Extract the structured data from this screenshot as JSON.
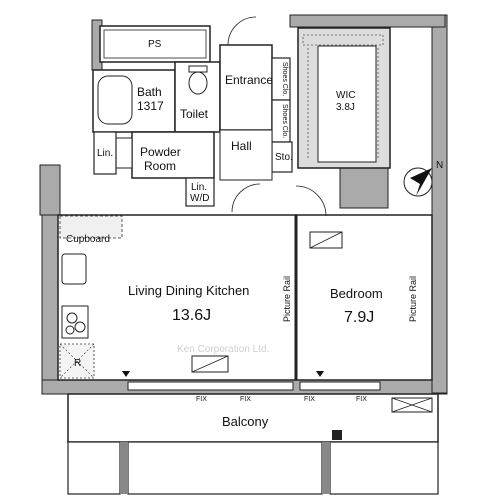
{
  "rooms": {
    "ps": "PS",
    "bath_name": "Bath",
    "bath_size": "1317",
    "toilet": "Toilet",
    "entrance": "Entrance",
    "shoes_clo_top": "Shoes Clo.",
    "shoes_clo_mid": "Shoes Clo.",
    "sto": "Sto.",
    "wic_name": "WIC",
    "wic_size": "3.8J",
    "powder_line1": "Powder",
    "powder_line2": "Room",
    "hall": "Hall",
    "lin": "Lin.",
    "lin_wd_line1": "Lin.",
    "lin_wd_line2": "W/D",
    "cupboard": "Cupboard",
    "ldk_name": "Living Dining Kitchen",
    "ldk_size": "13.6J",
    "picture_rail_ldk": "Picture Rail",
    "bedroom_name": "Bedroom",
    "bedroom_size": "7.9J",
    "picture_rail_bed": "Picture Rail",
    "fridge": "R",
    "fix1": "FIX",
    "fix2": "FIX",
    "fix3": "FIX",
    "fix4": "FIX",
    "balcony": "Balcony"
  },
  "watermark": "Ken Corporation Ltd.",
  "compass": "N"
}
